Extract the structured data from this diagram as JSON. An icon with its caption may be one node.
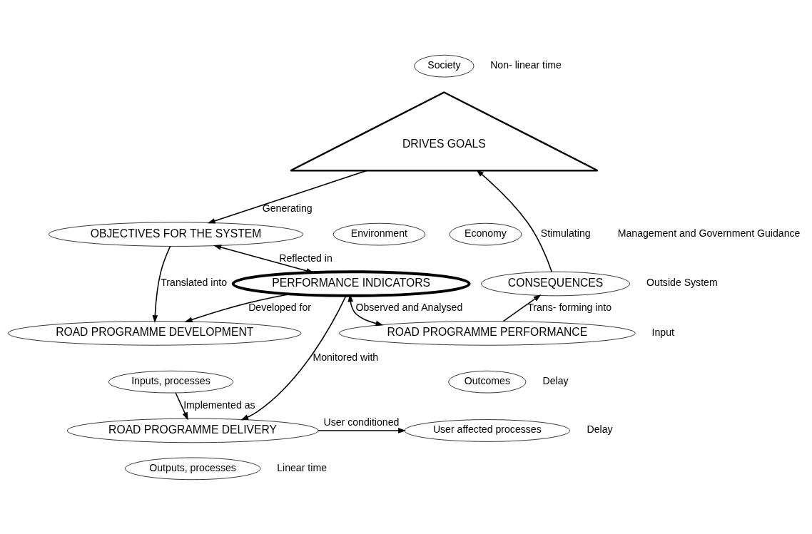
{
  "diagram": {
    "nodes": [
      {
        "text": [
          "Society"
        ]
      },
      {
        "text": [
          "DRIVES GOALS"
        ]
      },
      {
        "text": [
          "Economy"
        ]
      },
      {
        "text": [
          "Environment"
        ]
      },
      {
        "text": [
          "OBJECTIVES FOR THE SYSTEM"
        ]
      },
      {
        "text": [
          "CONSEQUENCES"
        ]
      },
      {
        "text": [
          "PERFORMANCE INDICATORS"
        ]
      },
      {
        "text": [
          "ROAD PROGRAMME DEVELOPMENT"
        ]
      },
      {
        "text": [
          "Inputs, processes"
        ]
      },
      {
        "text": [
          "ROAD PROGRAMME PERFORMANCE"
        ]
      },
      {
        "text": [
          "Outcomes"
        ]
      },
      {
        "text": [
          "User affected processes"
        ]
      },
      {
        "text": [
          "ROAD PROGRAMME DELIVERY"
        ]
      },
      {
        "text": [
          "Outputs, processes"
        ]
      }
    ],
    "edges": [
      {
        "from": 5,
        "to": 1,
        "arrow": "to",
        "label": "Stimulating"
      },
      {
        "from": 1,
        "to": 4,
        "arrow": "to",
        "label": "Generating"
      },
      {
        "from": 6,
        "to": 4,
        "arrow": "both",
        "label": "Reflected in"
      },
      {
        "from": 4,
        "to": 7,
        "arrow": "to",
        "label": "Translated into"
      },
      {
        "from": 6,
        "to": 7,
        "arrow": "to",
        "label": "Developed for"
      },
      {
        "from": 8,
        "to": 12,
        "arrow": "to",
        "label": "Implemented as"
      },
      {
        "from": 6,
        "to": 12,
        "arrow": "to",
        "label": "Monitored with"
      },
      {
        "from": 12,
        "to": 11,
        "arrow": "to",
        "label": "User conditioned"
      },
      {
        "from": 6,
        "to": 9,
        "arrow": "both",
        "label": "Observed and Analysed"
      },
      {
        "from": 9,
        "to": 5,
        "arrow": "to",
        "label": "Trans- forming into"
      }
    ],
    "labels": [
      "Non- linear time",
      "Management and Government Guidance",
      "Outside System",
      "Input",
      "Delay",
      "Delay",
      "Linear time"
    ]
  }
}
